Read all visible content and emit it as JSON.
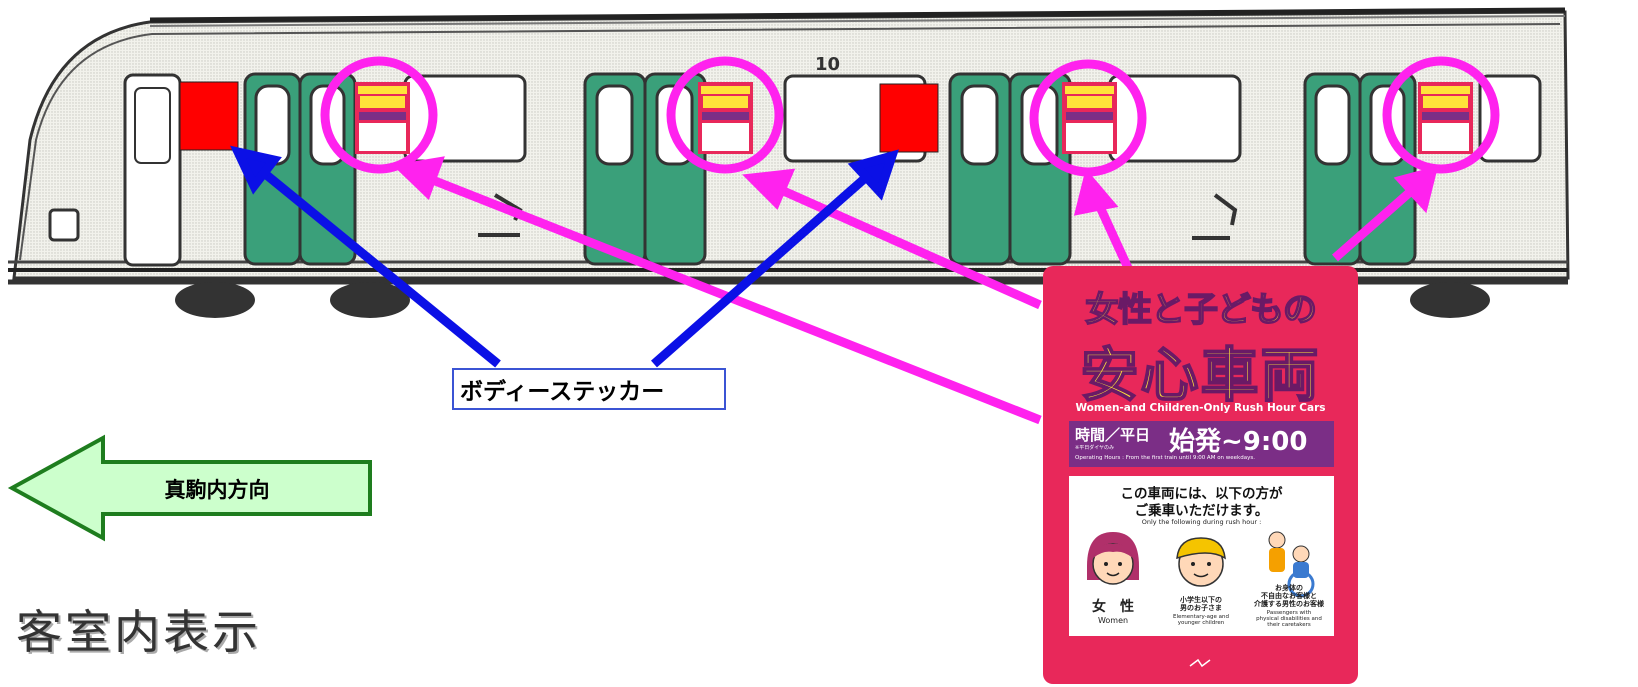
{
  "label_body_sticker": "ボディーステッカー",
  "direction_label": "真駒内方向",
  "cabin_title": "客室内表示",
  "car_number": "10",
  "poster": {
    "title_line1": "女性と子どもの",
    "title_line2": "安心車両",
    "title_en": "Women-and Children-Only Rush Hour Cars",
    "hours_label": "時間／平日",
    "hours_sub": "※平日ダイヤのみ",
    "hours_time": "始発~9:00",
    "hours_en": "Operating Hours : From the first train until 9:00 AM on weekdays.",
    "message_line1": "この車両には、以下の方が",
    "message_line2": "ご乗車いただけます。",
    "message_en": "Only the following during rush hour :",
    "categories": [
      {
        "jp": "女　性",
        "en": "Women"
      },
      {
        "jp": "小学生以下の\n男のお子さま",
        "en": "Elementary-age and\nyounger children"
      },
      {
        "jp": "お身体の\n不自由なお客様と\n介護する男性のお客様",
        "en": "Passengers with\nphysical disabilities and\ntheir caretakers"
      }
    ]
  },
  "colors": {
    "sticker_box": "#ff0000",
    "blue_arrow": "#0b10e6",
    "magenta_arrow": "#ff22ee",
    "door_green": "#3aa07a",
    "poster_bg": "#e8285a",
    "poster_title": "#ffe33a",
    "hours_bg": "#7b2e86",
    "direction_arrow_fill": "#ccffcc",
    "direction_arrow_stroke": "#1e7d1e"
  }
}
